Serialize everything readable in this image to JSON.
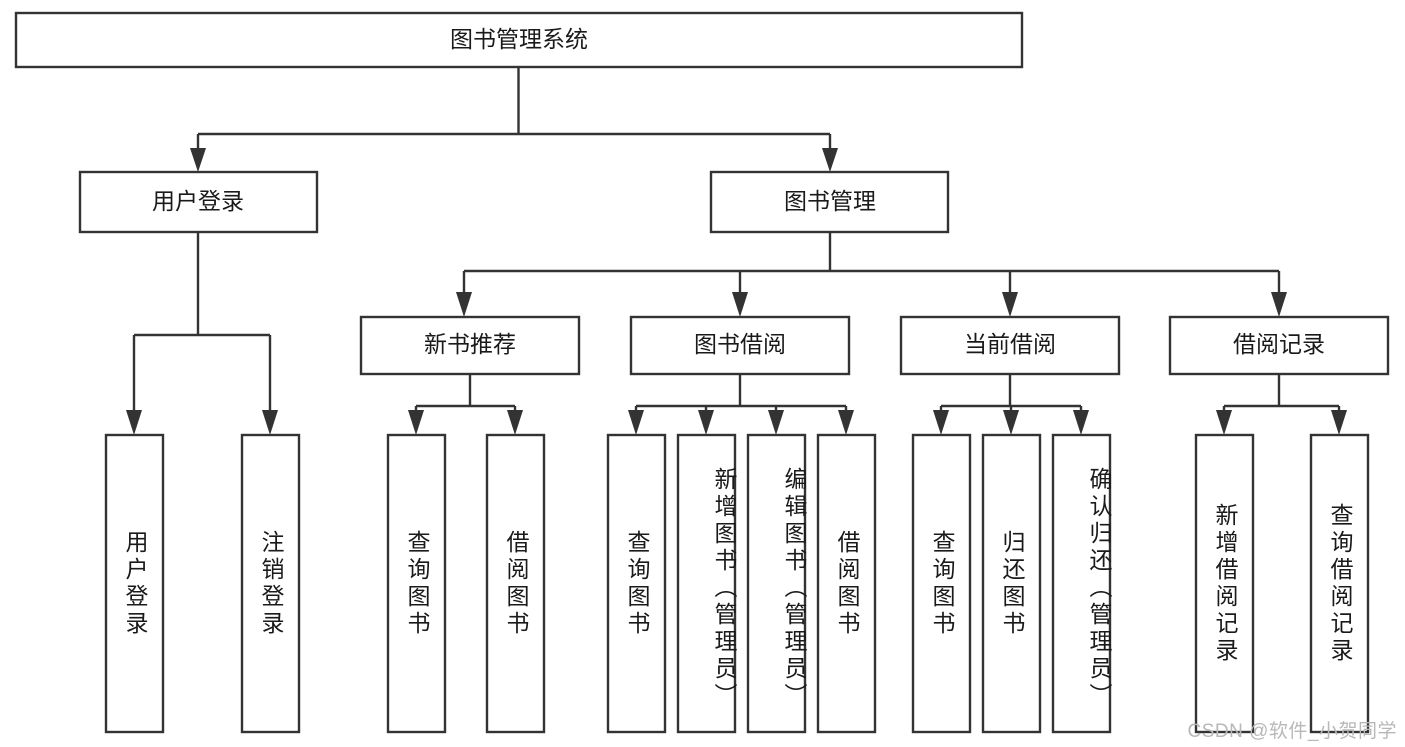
{
  "diagram": {
    "type": "tree-hierarchy",
    "title": "图书管理系统",
    "orientation": "top-down",
    "colors": {
      "box_stroke": "#333333",
      "box_fill": "#ffffff",
      "text": "#1a1a1a",
      "background": "#ffffff",
      "watermark": "#b8b8b8"
    },
    "root": {
      "label": "图书管理系统"
    },
    "level2": [
      {
        "label": "用户登录"
      },
      {
        "label": "图书管理"
      }
    ],
    "level3": [
      {
        "label": "新书推荐"
      },
      {
        "label": "图书借阅"
      },
      {
        "label": "当前借阅"
      },
      {
        "label": "借阅记录"
      }
    ],
    "leaves": {
      "user_login": [
        {
          "label": "用户登录"
        },
        {
          "label": "注销登录"
        }
      ],
      "new_book_recommend": [
        {
          "label": "查询图书"
        },
        {
          "label": "借阅图书"
        }
      ],
      "book_borrow": [
        {
          "label": "查询图书"
        },
        {
          "label": "新增图书（管理员）"
        },
        {
          "label": "编辑图书（管理员）"
        },
        {
          "label": "借阅图书"
        }
      ],
      "current_borrow": [
        {
          "label": "查询图书"
        },
        {
          "label": "归还图书"
        },
        {
          "label": "确认归还（管理员）"
        }
      ],
      "borrow_record": [
        {
          "label": "新增借阅记录"
        },
        {
          "label": "查询借阅记录"
        }
      ]
    }
  },
  "watermark": {
    "text": "CSDN @软件_小贺同学"
  }
}
